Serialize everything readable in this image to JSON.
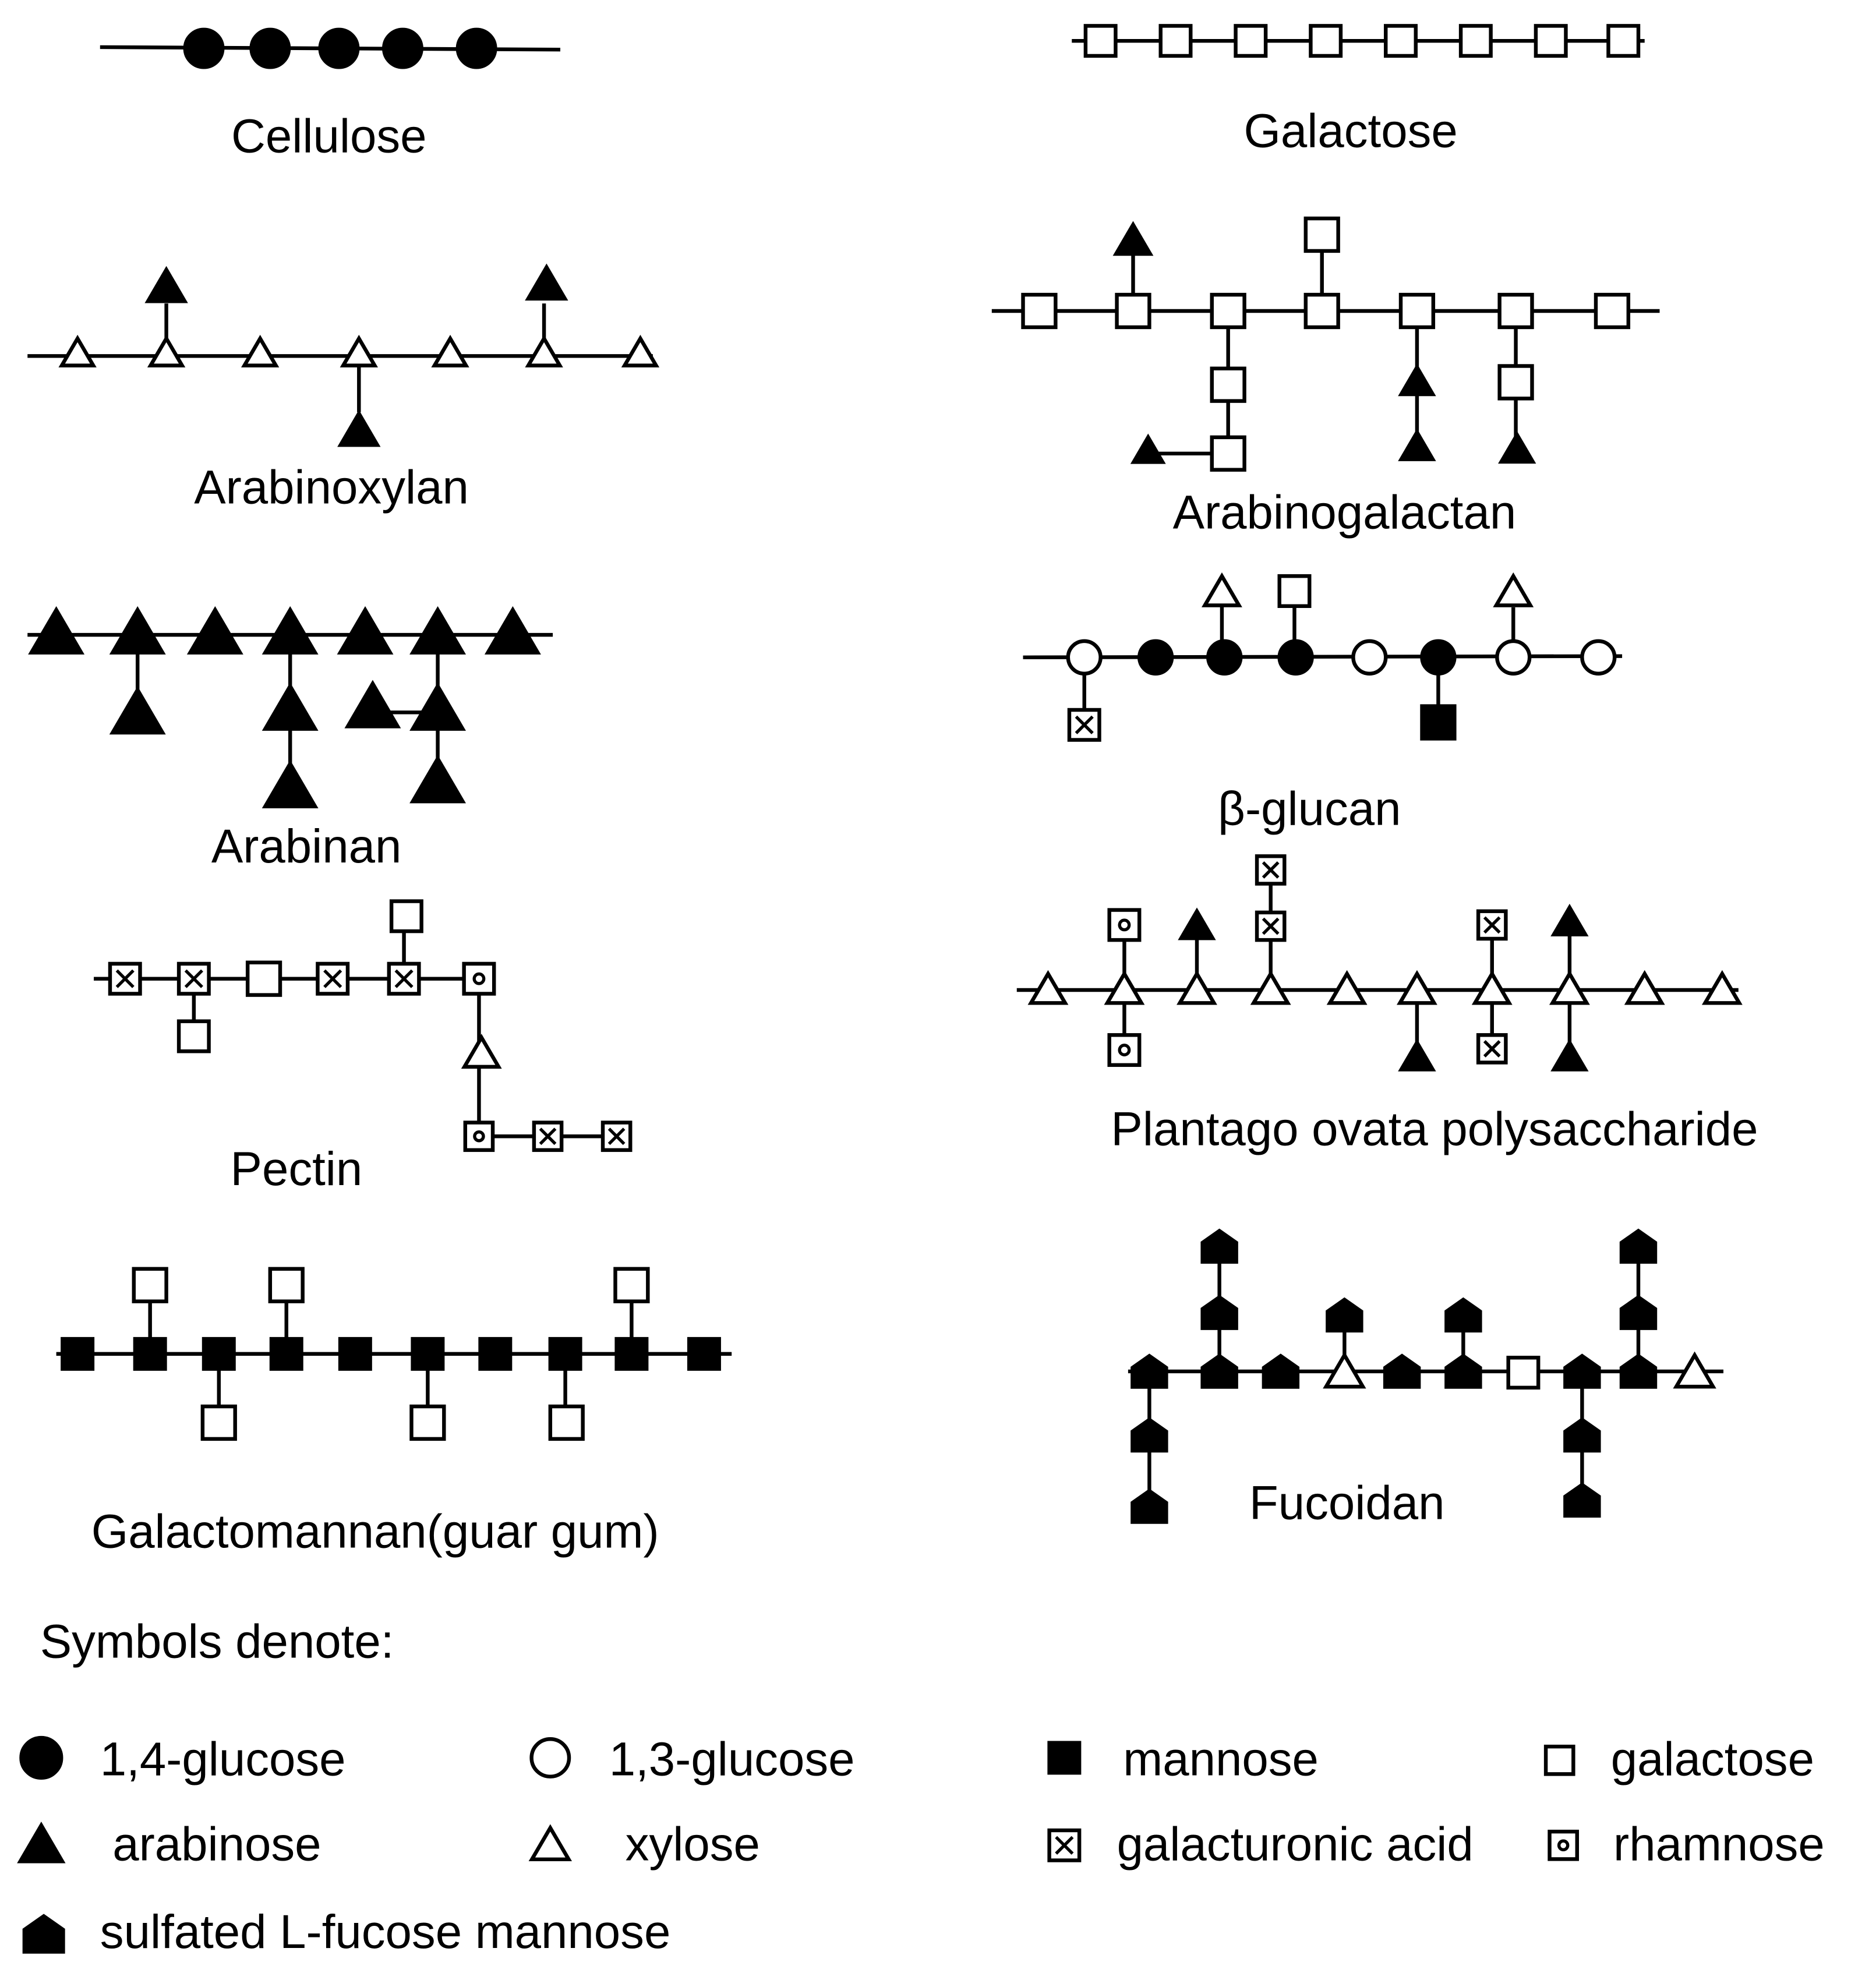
{
  "colors": {
    "ink": "#000000",
    "paper": "#ffffff"
  },
  "structures": {
    "cellulose": {
      "label": "Cellulose"
    },
    "galactose": {
      "label": "Galactose"
    },
    "arabinoxylan": {
      "label": "Arabinoxylan"
    },
    "arabinogalactan": {
      "label": "Arabinogalactan"
    },
    "arabinan": {
      "label": "Arabinan"
    },
    "beta_glucan": {
      "label": "β-glucan"
    },
    "pectin": {
      "label": "Pectin"
    },
    "plantago": {
      "label": "Plantago ovata polysaccharide"
    },
    "galactomannan": {
      "label": "Galactomannan(guar gum)"
    },
    "fucoidan": {
      "label": "Fucoidan"
    }
  },
  "legend": {
    "title": "Symbols denote:",
    "items": [
      {
        "symbol": "filled-circle",
        "label": "1,4-glucose"
      },
      {
        "symbol": "open-circle",
        "label": "1,3-glucose"
      },
      {
        "symbol": "filled-square",
        "label": "mannose"
      },
      {
        "symbol": "open-square",
        "label": "galactose"
      },
      {
        "symbol": "filled-triangle",
        "label": "arabinose"
      },
      {
        "symbol": "open-triangle",
        "label": "xylose"
      },
      {
        "symbol": "crossed-square",
        "label": "galacturonic acid"
      },
      {
        "symbol": "dotted-square",
        "label": "rhamnose"
      },
      {
        "symbol": "filled-pentagon",
        "label": "sulfated L-fucose mannose"
      }
    ]
  }
}
